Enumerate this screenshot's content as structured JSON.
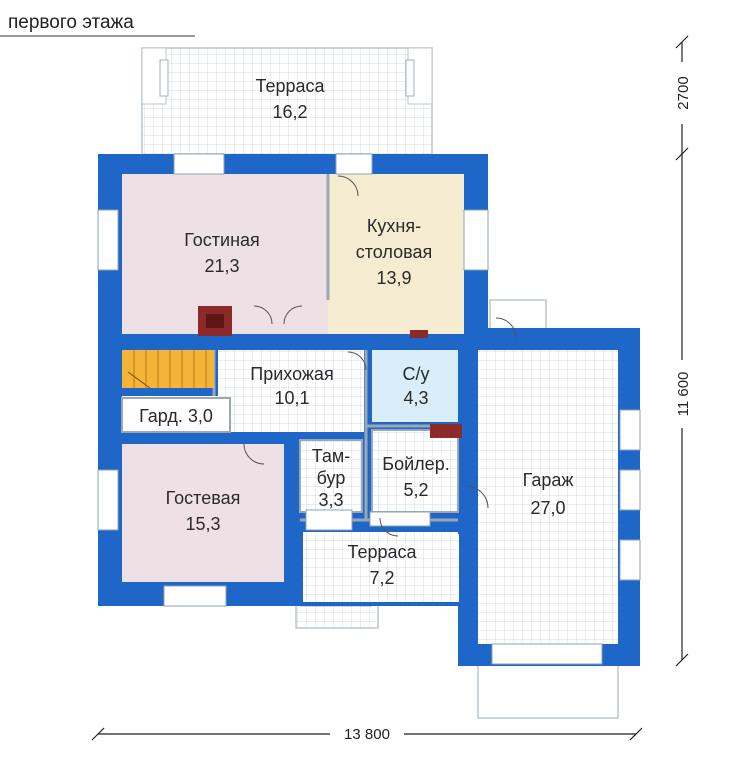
{
  "title": "первого этажа",
  "rooms": [
    {
      "id": "terrace-top",
      "name": "Терраса",
      "area": "16,2"
    },
    {
      "id": "living",
      "name": "Гостиная",
      "area": "21,3"
    },
    {
      "id": "kitchen",
      "name_line1": "Кухня-",
      "name_line2": "столовая",
      "area": "13,9"
    },
    {
      "id": "hall",
      "name": "Прихожая",
      "area": "10,1"
    },
    {
      "id": "bath",
      "name": "С/у",
      "area": "4,3"
    },
    {
      "id": "wardrobe",
      "label": "Гард. 3,0"
    },
    {
      "id": "vestibule",
      "name_line1": "Там-",
      "name_line2": "бур",
      "area": "3,3"
    },
    {
      "id": "boiler",
      "name": "Бойлер.",
      "area": "5,2"
    },
    {
      "id": "guest",
      "name": "Гостевая",
      "area": "15,3"
    },
    {
      "id": "terrace-bottom",
      "name": "Терраса",
      "area": "7,2"
    },
    {
      "id": "garage",
      "name": "Гараж",
      "area": "27,0"
    }
  ],
  "dimensions": {
    "width_total": "13 800",
    "height_main": "11 600",
    "height_terrace": "2700"
  },
  "colors": {
    "wall": "#1e66c8",
    "living": "#ede1e6",
    "kitchen": "#f6ecd2",
    "bath": "#d9eef8",
    "grid_floor": "#ffffff",
    "grid_line": "#c9d3dc",
    "stairs": "#f4b43a",
    "fireplace": "#8c2a2a"
  }
}
